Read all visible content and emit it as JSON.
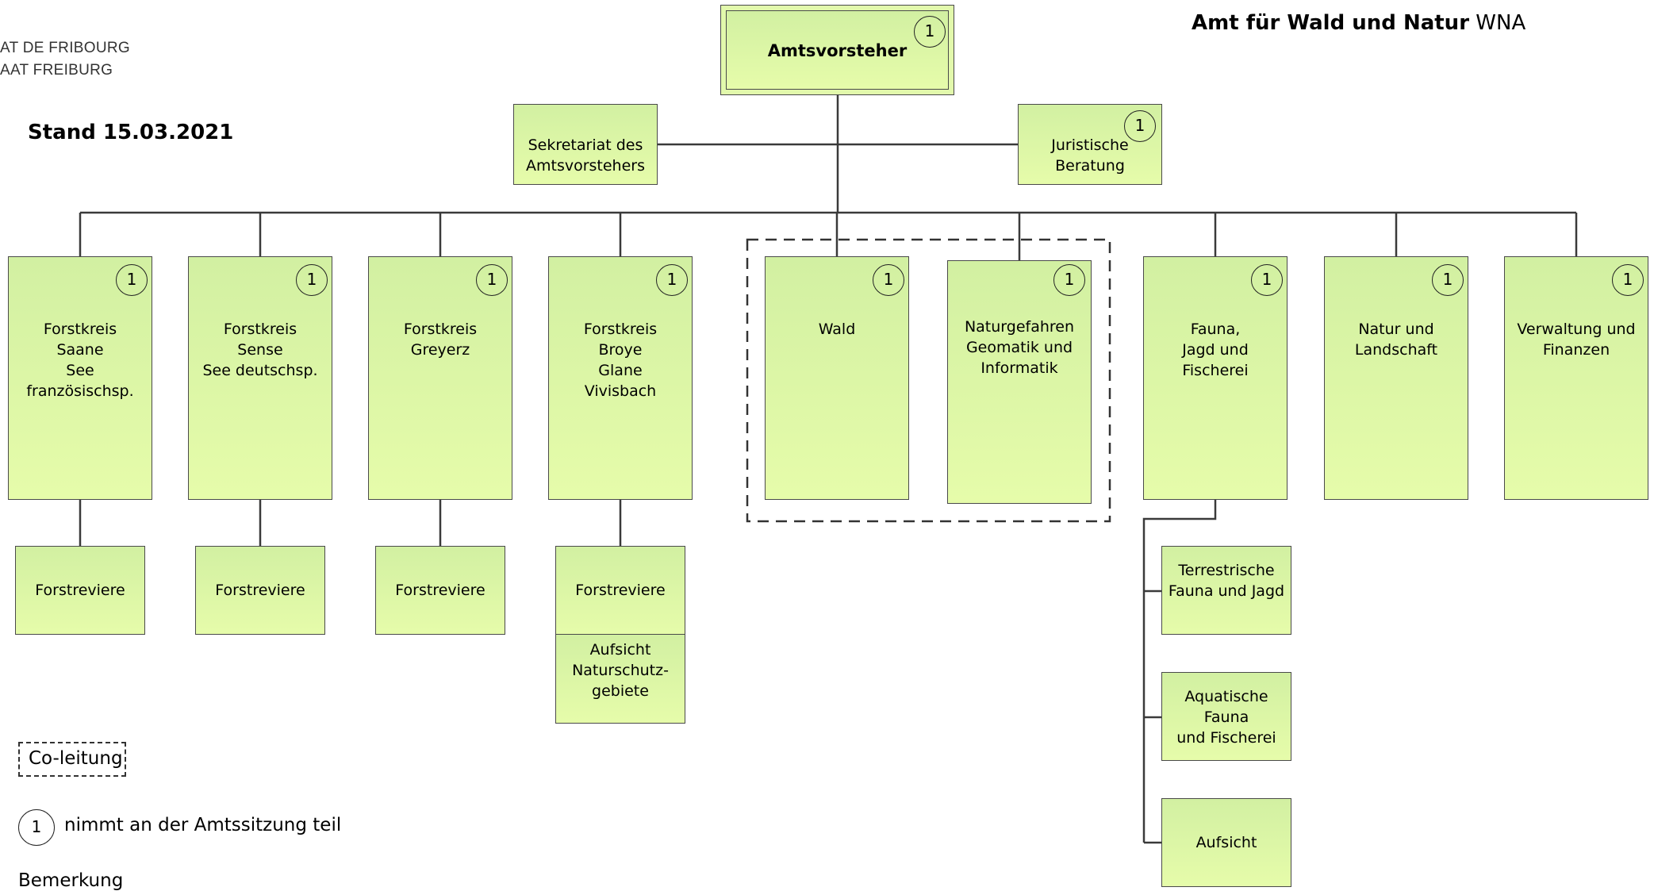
{
  "header": {
    "logo_line1": "AT DE FRIBOURG",
    "logo_line2": "AAT FREIBURG",
    "title_bold": "Amt für Wald und Natur",
    "title_abbr": "WNA",
    "stand": "Stand 15.03.2021"
  },
  "org_chart": {
    "head": {
      "label": "Amtsvorsteher",
      "badge": "1"
    },
    "staff": [
      {
        "label": "Sekretariat des\nAmtsvorstehers"
      },
      {
        "label": "Juristische\nBeratung",
        "badge": "1"
      }
    ],
    "units": [
      {
        "label": "Forstkreis\nSaane\nSee französischsp.",
        "badge": "1",
        "children": [
          "Forstreviere"
        ]
      },
      {
        "label": "Forstkreis\nSense\nSee deutschsp.",
        "badge": "1",
        "children": [
          "Forstreviere"
        ]
      },
      {
        "label": "Forstkreis\nGreyerz",
        "badge": "1",
        "children": [
          "Forstreviere"
        ]
      },
      {
        "label": "Forstkreis\nBroye\nGlane\nVivisbach",
        "badge": "1",
        "children": [
          "Forstreviere",
          "Aufsicht\nNaturschutz-\ngebiete"
        ]
      },
      {
        "label": "Wald",
        "badge": "1",
        "co_leitung": true
      },
      {
        "label": "Naturgefahren\nGeomatik und\nInformatik",
        "badge": "1",
        "co_leitung": true
      },
      {
        "label": "Fauna,\nJagd und\nFischerei",
        "badge": "1",
        "children": [
          "Terrestrische\nFauna und Jagd",
          "Aquatische Fauna\nund Fischerei",
          "Aufsicht"
        ]
      },
      {
        "label": "Natur und\nLandschaft",
        "badge": "1"
      },
      {
        "label": "Verwaltung und\nFinanzen",
        "badge": "1"
      }
    ]
  },
  "legend": {
    "co_leitung": "Co-leitung",
    "badge_number": "1",
    "badge_text": "nimmt an der Amtssitzung teil",
    "bemerkung": "Bemerkung"
  }
}
